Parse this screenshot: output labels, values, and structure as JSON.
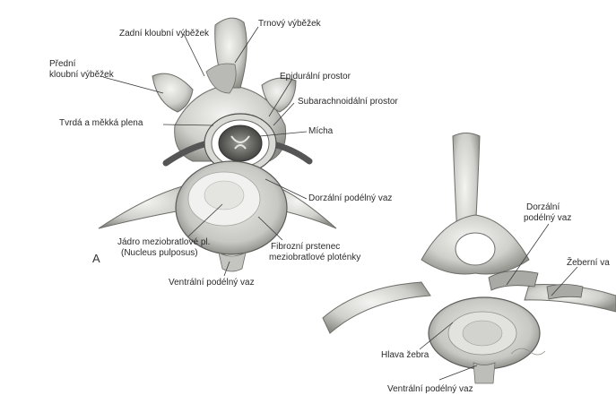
{
  "labels": {
    "zadni_kloubni": "Zadní kloubní výběžek",
    "trnovy": "Trnový výběžek",
    "predni_kloubni_1": "Přední",
    "predni_kloubni_2": "kloubní výběžek",
    "epiduralni": "Epidurální prostor",
    "subarachnoidalni": "Subarachnoidální prostor",
    "tvrda_plena": "Tvrdá a měkká plena",
    "micha": "Mícha",
    "dorzalni_vaz_a": "Dorzální podélný vaz",
    "jadro_1": "Jádro meziobratlové pl.",
    "jadro_2": "(Nucleus pulposus)",
    "fibrozni_1": "Fibrozní prstenec",
    "fibrozni_2": "meziobratlové ploténky",
    "ventralni_vaz_a": "Ventrální podélný vaz",
    "panel_a": "A",
    "dorzalni_vaz_b_1": "Dorzální",
    "dorzalni_vaz_b_2": "podélný vaz",
    "zeberni_vaz": "Žeberní va",
    "hlava_zebra": "Hlava žebra",
    "ventralni_vaz_b": "Ventrální podélný vaz"
  }
}
